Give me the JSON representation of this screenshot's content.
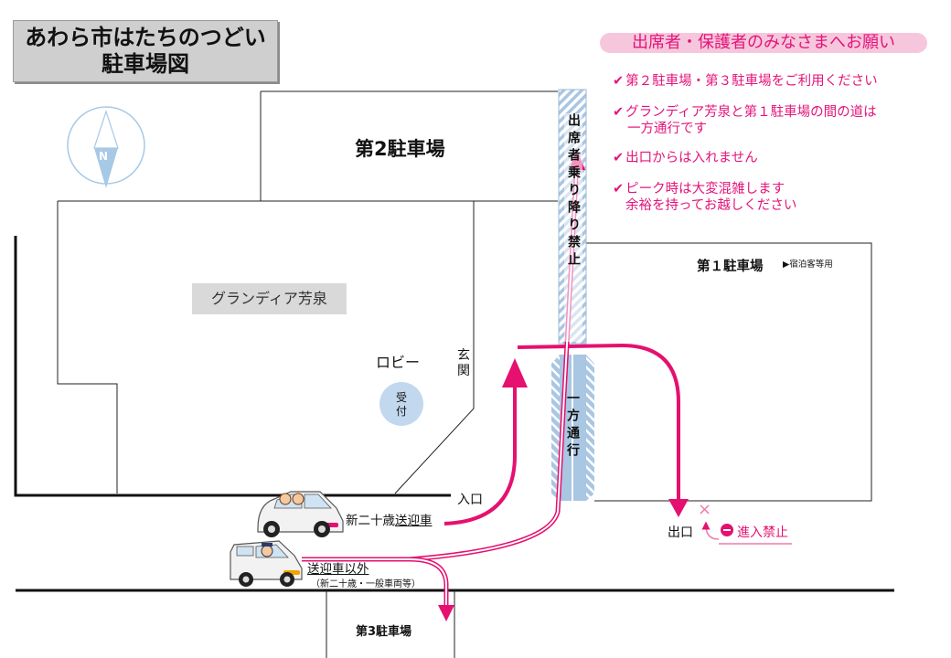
{
  "title": {
    "line1": "あわら市はたちのつどい",
    "line2": "駐車場図"
  },
  "notice": {
    "heading": "出席者・保護者のみなさまへお願い",
    "check_glyph": "✔",
    "items": [
      {
        "lines": [
          "第２駐車場・第３駐車場をご利用ください"
        ]
      },
      {
        "lines": [
          "グランディア芳泉と第１駐車場の間の道は",
          "一方通行です"
        ]
      },
      {
        "lines": [
          "出口からは入れません"
        ]
      },
      {
        "lines": [
          "ピーク時は大変混雑します",
          "余裕を持ってお越しください"
        ]
      }
    ]
  },
  "compass": {
    "label": "N"
  },
  "lots": {
    "lot2": "第2駐車場",
    "lot1": "第１駐車場",
    "lot1_note": "▶宿泊客等用",
    "lot3": "第3駐車場"
  },
  "building": {
    "name": "グランディア芳泉",
    "lobby": "ロビー",
    "entrance": "玄関",
    "reception": "受付"
  },
  "road": {
    "no_dropoff": "出席者乗り降り禁止",
    "one_way": "一方通行",
    "entrance": "入口",
    "exit": "出口",
    "cross_mark": "×",
    "no_entry": "進入禁止",
    "shuttle_prefix": "新二十歳",
    "shuttle_main": "送迎車",
    "other_vehicles": "送迎車以外",
    "other_vehicles_note": "（新二十歳・一般車両等）"
  },
  "colors": {
    "route": "#e5106f",
    "notice": "#e4147a",
    "hatch": "#a9c6e2",
    "compass": "#a7c9e6",
    "label_bg": "#d9d9d9"
  }
}
